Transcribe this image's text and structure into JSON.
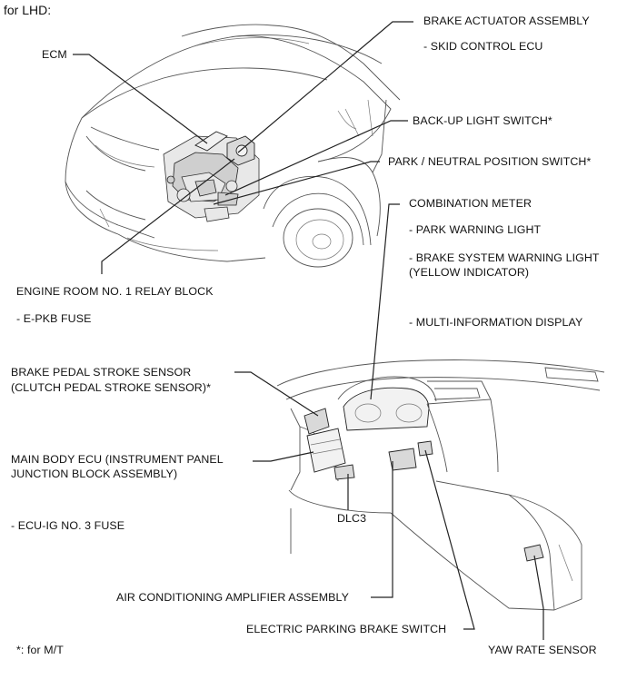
{
  "header": {
    "title": "for LHD:"
  },
  "labels": {
    "brake_actuator": "BRAKE ACTUATOR ASSEMBLY",
    "skid_control": "- SKID CONTROL ECU",
    "ecm": "ECM",
    "backup_light": "BACK-UP LIGHT SWITCH*",
    "park_neutral": "PARK / NEUTRAL POSITION SWITCH*",
    "combination_meter": "COMBINATION METER",
    "park_warning": "- PARK WARNING LIGHT",
    "brake_system_warning": "- BRAKE SYSTEM WARNING LIGHT",
    "yellow_indicator": "(YELLOW INDICATOR)",
    "multi_info": "- MULTI-INFORMATION DISPLAY",
    "engine_room_relay": "ENGINE ROOM NO. 1 RELAY BLOCK",
    "epkb_fuse": "- E-PKB FUSE",
    "brake_pedal_sensor": "BRAKE PEDAL STROKE SENSOR",
    "clutch_pedal_sensor": "(CLUTCH PEDAL STROKE SENSOR)*",
    "main_body_ecu": "MAIN BODY ECU (INSTRUMENT PANEL",
    "junction_block": "JUNCTION BLOCK ASSEMBLY)",
    "ecu_ig_fuse": "- ECU-IG NO. 3 FUSE",
    "dlc3": "DLC3",
    "ac_amplifier": "AIR CONDITIONING AMPLIFIER ASSEMBLY",
    "epb_switch": "ELECTRIC PARKING BRAKE SWITCH",
    "yaw_rate": "YAW RATE SENSOR",
    "footnote": "*: for M/T"
  }
}
